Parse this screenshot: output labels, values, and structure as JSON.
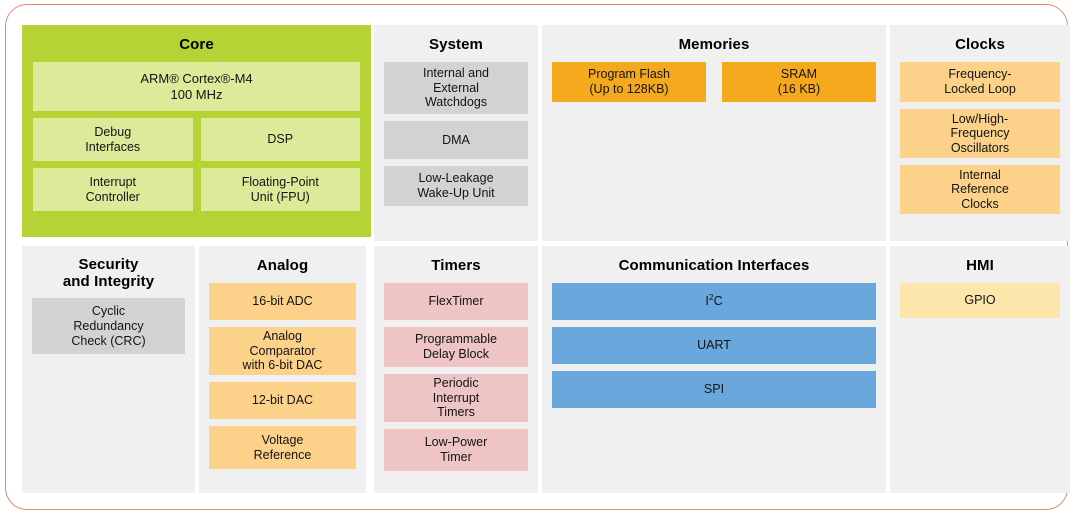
{
  "diagram": {
    "accent_border_color": "#e08a6b",
    "panel_background": "#f0f0f0",
    "page_background": "#ffffff"
  },
  "panels": {
    "core": {
      "title": "Core",
      "color": "#b5d334",
      "block_color": "#dcea9a",
      "blocks": [
        {
          "label": "ARM® Cortex®-M4\n100 MHz",
          "line1": "ARM® Cortex®-M4",
          "line2": "100 MHz"
        },
        {
          "label": "Debug\nInterfaces",
          "line1": "Debug",
          "line2": "Interfaces"
        },
        {
          "label": "DSP",
          "line1": "DSP",
          "line2": ""
        },
        {
          "label": "Interrupt\nController",
          "line1": "Interrupt",
          "line2": "Controller"
        },
        {
          "label": "Floating-Point\nUnit (FPU)",
          "line1": "Floating-Point",
          "line2": "Unit (FPU)"
        }
      ]
    },
    "system": {
      "title": "System",
      "block_color": "#d2d2d2",
      "blocks": [
        {
          "line1": "Internal and",
          "line2": "External",
          "line3": "Watchdogs"
        },
        {
          "line1": "DMA",
          "line2": "",
          "line3": ""
        },
        {
          "line1": "Low-Leakage",
          "line2": "Wake-Up Unit",
          "line3": ""
        }
      ]
    },
    "memories": {
      "title": "Memories",
      "block_color": "#f5aa1e",
      "blocks": [
        {
          "line1": "Program Flash",
          "line2": "(Up to 128KB)"
        },
        {
          "line1": "SRAM",
          "line2": "(16 KB)"
        }
      ]
    },
    "clocks": {
      "title": "Clocks",
      "block_color": "#fcd28a",
      "blocks": [
        {
          "line1": "Frequency-",
          "line2": "Locked Loop",
          "line3": ""
        },
        {
          "line1": "Low/High-",
          "line2": "Frequency",
          "line3": "Oscillators"
        },
        {
          "line1": "Internal",
          "line2": "Reference",
          "line3": "Clocks"
        }
      ]
    },
    "security": {
      "title_line1": "Security",
      "title_line2": "and Integrity",
      "block_color": "#d2d2d2",
      "blocks": [
        {
          "line1": "Cyclic",
          "line2": "Redundancy",
          "line3": "Check (CRC)"
        }
      ]
    },
    "analog": {
      "title": "Analog",
      "block_color": "#fcd28a",
      "blocks": [
        {
          "line1": "16-bit ADC",
          "line2": "",
          "line3": ""
        },
        {
          "line1": "Analog",
          "line2": "Comparator",
          "line3": "with 6-bit DAC"
        },
        {
          "line1": "12-bit DAC",
          "line2": "",
          "line3": ""
        },
        {
          "line1": "Voltage",
          "line2": "Reference",
          "line3": ""
        }
      ]
    },
    "timers": {
      "title": "Timers",
      "block_color": "#eec4c4",
      "blocks": [
        {
          "line1": "FlexTimer",
          "line2": "",
          "line3": ""
        },
        {
          "line1": "Programmable",
          "line2": "Delay Block",
          "line3": ""
        },
        {
          "line1": "Periodic",
          "line2": "Interrupt",
          "line3": "Timers"
        },
        {
          "line1": "Low-Power",
          "line2": "Timer",
          "line3": ""
        }
      ]
    },
    "communication": {
      "title": "Communication Interfaces",
      "block_color": "#69a7dd",
      "blocks": [
        {
          "label": "I²C",
          "base": "I",
          "sup": "2",
          "tail": "C"
        },
        {
          "label": "UART",
          "base": "UART",
          "sup": "",
          "tail": ""
        },
        {
          "label": "SPI",
          "base": "SPI",
          "sup": "",
          "tail": ""
        }
      ]
    },
    "hmi": {
      "title": "HMI",
      "block_color": "#fde6ab",
      "blocks": [
        {
          "line1": "GPIO"
        }
      ]
    }
  }
}
